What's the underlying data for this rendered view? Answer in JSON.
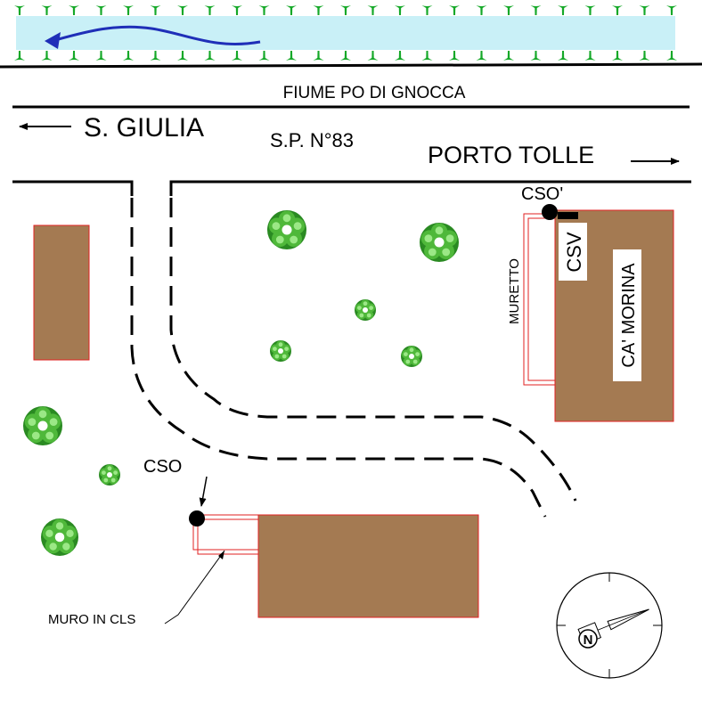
{
  "labels": {
    "river": "FIUME PO DI GNOCCA",
    "west": "S. GIULIA",
    "road": "S.P. N°83",
    "east": "PORTO TOLLE",
    "cso_top": "CSO'",
    "csv": "CSV",
    "muretto": "MURETTO",
    "building": "CA' MORINA",
    "cso_bottom": "CSO",
    "wall": "MURO IN CLS",
    "compass": "N"
  },
  "colors": {
    "water": "#c9f0f7",
    "flow_arrow": "#1f2fb8",
    "reed": "#15a828",
    "building_fill": "#a47a52",
    "building_stroke": "#e22222",
    "wall_stroke": "#e22222",
    "tree_dark": "#2a8a22",
    "tree_light": "#8ee07a",
    "ink": "#000000"
  },
  "icons": {
    "tree": "shrub-icon",
    "compass": "north-arrow-icon",
    "flow": "river-flow-arrow-icon",
    "reed": "reed-icon"
  }
}
